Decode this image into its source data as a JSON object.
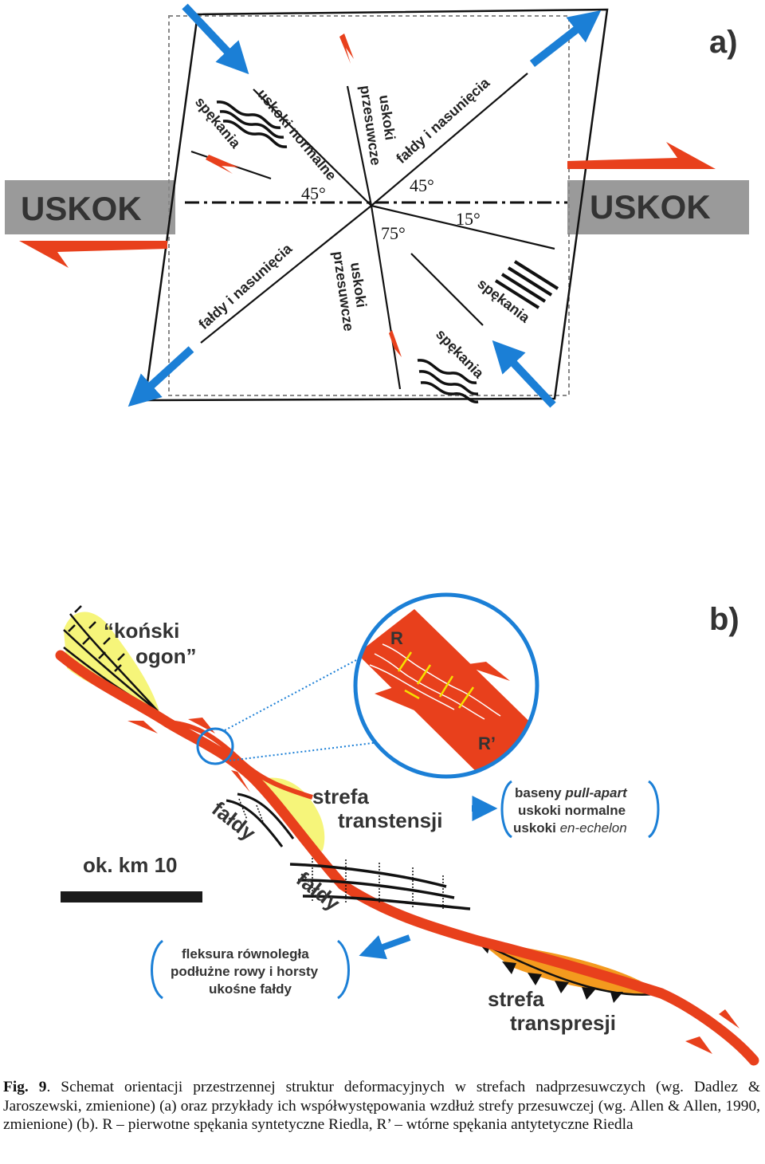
{
  "panel_a": {
    "label": "a)",
    "fault_left": "USKOK",
    "fault_right": "USKOK",
    "labels": {
      "cracks_upper_left": "spękania",
      "normal_faults": "uskoki normalne",
      "strike_slip_upper_1": "uskoki",
      "strike_slip_upper_2": "przesuwcze",
      "folds_upper": "fałdy i nasunięcia",
      "folds_lower": "fałdy i nasunięcia",
      "strike_slip_lower_1": "uskoki",
      "strike_slip_lower_2": "przesuwcze",
      "cracks_lower_right": "spękania",
      "cracks_lower_middle": "spękania"
    },
    "angles": {
      "left_45": "45°",
      "right_45": "45°",
      "a15": "15°",
      "a75": "75°"
    }
  },
  "panel_b": {
    "label": "b)",
    "horsetail_1": "“koński",
    "horsetail_2": "ogon”",
    "riedel_r": "R",
    "riedel_r_prime": "R’",
    "transtension_1": "strefa",
    "transtension_2": "transtensji",
    "pullapart_list": {
      "line1_prefix": "baseny ",
      "line1_italic": "pull-apart",
      "line2": "uskoki normalne",
      "line3_prefix": "uskoki ",
      "line3_italic": "en-echelon"
    },
    "folds_upper": "fałdy",
    "folds_lower": "fałdy",
    "scale_label": "ok. km 10",
    "flexure_list": {
      "line1": "fleksura równoległa",
      "line2": "podłużne rowy i horsty",
      "line3": "ukośne fałdy"
    },
    "transpression_1": "strefa",
    "transpression_2": "transpresji"
  },
  "colors": {
    "fault_red": "#e8401c",
    "arrow_blue": "#1b7fd6",
    "grey_band": "#9a9a9a",
    "yellow": "#f6f57a",
    "orange": "#f39a1e"
  },
  "caption": {
    "fig": "Fig. 9",
    "text": ". Schemat orientacji przestrzennej struktur deformacyjnych w strefach nadprzesuwczych (wg. Dadlez & Jaroszewski, zmienione) (a) oraz przykłady ich współwystępowania wzdłuż strefy przesuwczej (wg. Allen & Allen, 1990, zmienione) (b). R – pierwotne spękania syntetyczne Riedla, R’ – wtórne spękania antytetyczne Riedla"
  }
}
